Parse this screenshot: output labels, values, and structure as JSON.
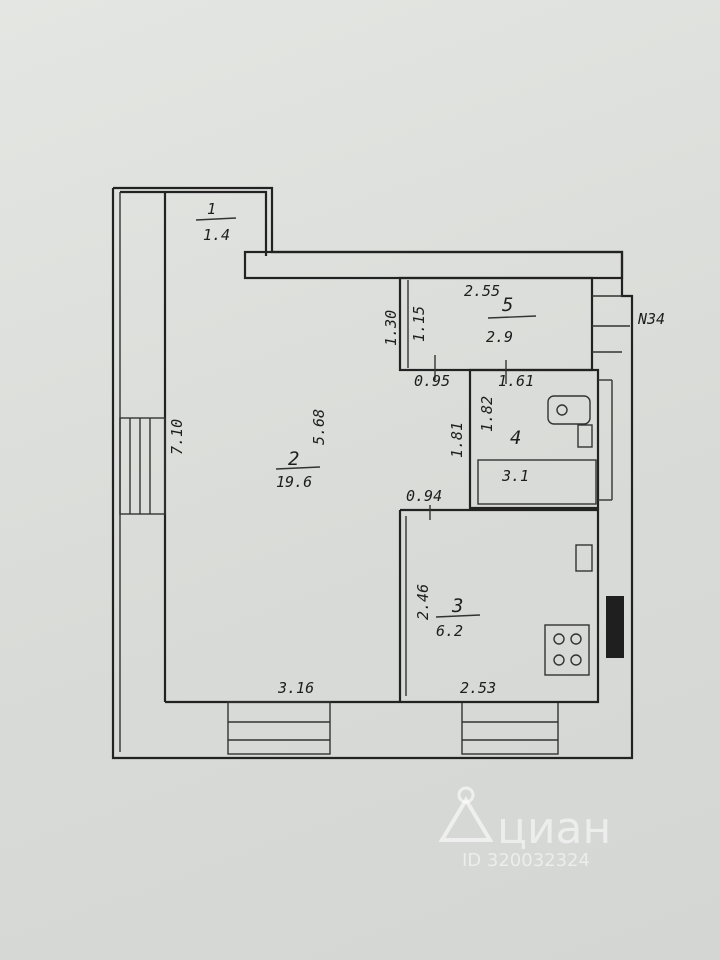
{
  "plan": {
    "apartment_number": "N34",
    "rooms": [
      {
        "id": "1",
        "area": "1.4"
      },
      {
        "id": "2",
        "area": "19.6"
      },
      {
        "id": "3",
        "area": "6.2"
      },
      {
        "id": "4",
        "area": "3.1"
      },
      {
        "id": "5",
        "area": "2.9"
      }
    ],
    "dimensions": {
      "room2_left": "7.10",
      "room2_inner": "5.68",
      "room2_bottom": "3.16",
      "room3_left": "2.46",
      "room3_bottom": "2.53",
      "room3_top": "0.94",
      "room5_top": "2.55",
      "room5_side": "1.15",
      "room5_outer": "1.30",
      "room4_top_left": "0.95",
      "room4_top_right": "1.61",
      "room4_side_outer": "1.81",
      "room4_side_inner": "1.82"
    }
  },
  "watermark": {
    "brand": "циан",
    "id_text": "ID 320032324"
  },
  "colors": {
    "paper": "#dcdedb",
    "ink": "#222222"
  }
}
